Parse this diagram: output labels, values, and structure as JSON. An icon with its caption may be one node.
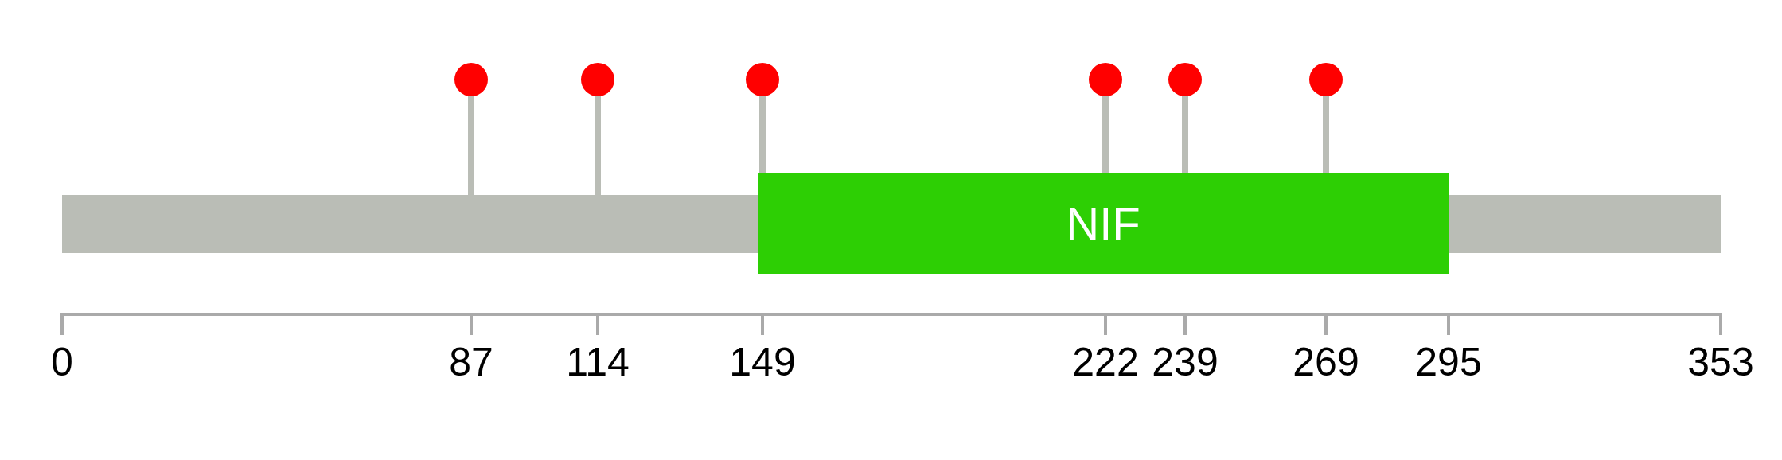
{
  "diagram": {
    "nodes": [
      {
        "text": [],
        "shape": "bar"
      },
      {
        "text": [
          "NIF"
        ]
      },
      {
        "text": [],
        "shape": "circle"
      },
      {
        "text": [],
        "shape": "circle"
      },
      {
        "text": [],
        "shape": "circle"
      },
      {
        "text": [],
        "shape": "circle"
      },
      {
        "text": [],
        "shape": "circle"
      },
      {
        "text": [],
        "shape": "circle"
      }
    ],
    "edges": [
      {
        "from": 2,
        "to": 0,
        "arrow": "none"
      },
      {
        "from": 3,
        "to": 0,
        "arrow": "none"
      },
      {
        "from": 4,
        "to": 1,
        "arrow": "none"
      },
      {
        "from": 5,
        "to": 1,
        "arrow": "none"
      },
      {
        "from": 6,
        "to": 1,
        "arrow": "none"
      },
      {
        "from": 7,
        "to": 1,
        "arrow": "none"
      }
    ],
    "labels": [
      "0",
      "87",
      "114",
      "149",
      "222",
      "239",
      "269",
      "295",
      "353"
    ]
  }
}
